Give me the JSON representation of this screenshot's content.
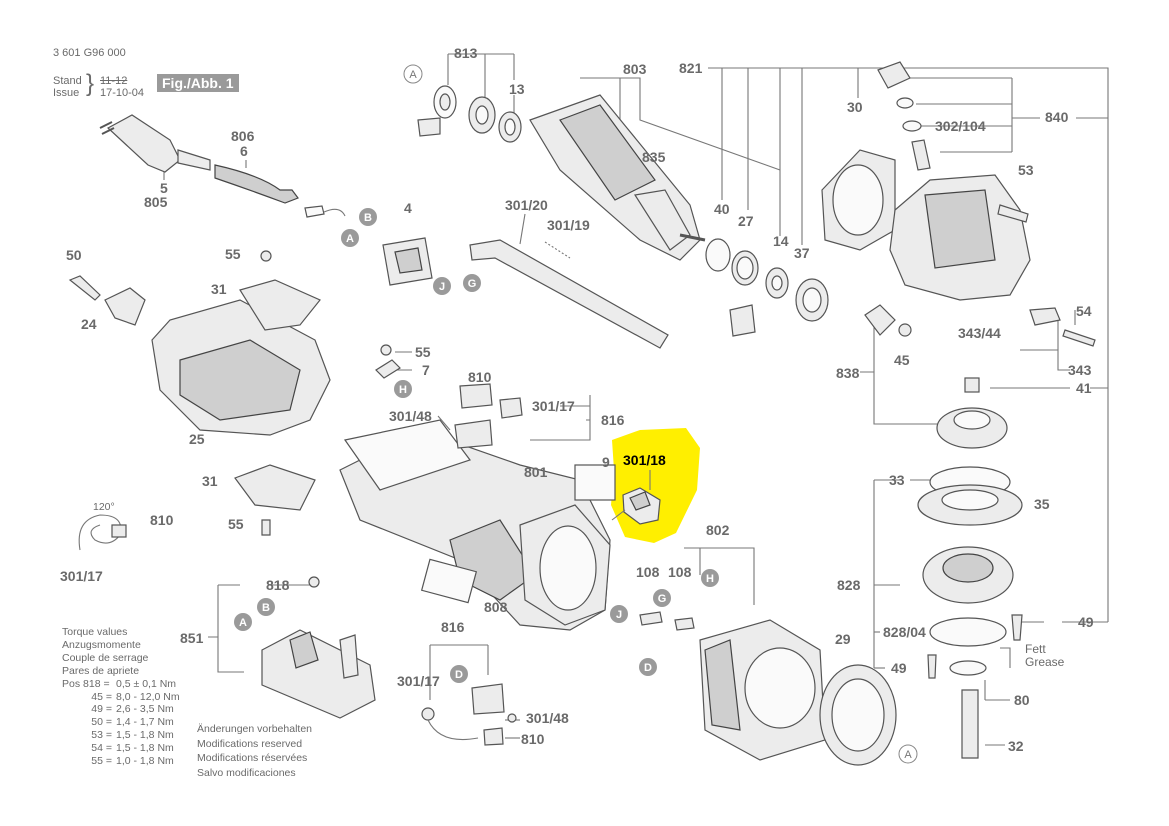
{
  "header": {
    "doc_number": "3 601 G96 000",
    "stand_label": "Stand",
    "issue_label": "Issue",
    "stand_date_struck": "11-12",
    "issue_date": "17-10-04",
    "figure_label": "Fig./Abb. 1"
  },
  "torque": {
    "titles": [
      "Torque values",
      "Anzugsmomente",
      "Couple de serrage",
      "Pares de apriete"
    ],
    "rows": [
      {
        "pos": "Pos  818 =",
        "value": "0,5 ± 0,1 Nm"
      },
      {
        "pos": "45 =",
        "value": "8,0 - 12,0 Nm"
      },
      {
        "pos": "49 =",
        "value": "2,6 - 3,5 Nm"
      },
      {
        "pos": "50 =",
        "value": "1,4 - 1,7 Nm"
      },
      {
        "pos": "53 =",
        "value": "1,5 - 1,8 Nm"
      },
      {
        "pos": "54 =",
        "value": "1,5 - 1,8 Nm"
      },
      {
        "pos": "55 =",
        "value": "1,0 - 1,8 Nm"
      }
    ]
  },
  "modifications": [
    "Änderungen vorbehalten",
    "Modifications reserved",
    "Modifications réservées",
    "Salvo modificaciones"
  ],
  "labels": {
    "l813": "813",
    "l803": "803",
    "l821": "821",
    "l840": "840",
    "l13": "13",
    "l835": "835",
    "l30": "30",
    "l302_104": "302/104",
    "l806": "806",
    "l6": "6",
    "l5": "5",
    "l805": "805",
    "l4": "4",
    "l301_20": "301/20",
    "l301_19": "301/19",
    "l40": "40",
    "l27": "27",
    "l14": "14",
    "l37": "37",
    "l53": "53",
    "l50": "50",
    "l55a": "55",
    "l31a": "31",
    "l24": "24",
    "l25": "25",
    "l54": "54",
    "l343_44": "343/44",
    "l343": "343",
    "l838": "838",
    "l45": "45",
    "l41": "41",
    "l55b": "55",
    "l7": "7",
    "l810a": "810",
    "l301_17a": "301/17",
    "l301_48a": "301/48",
    "l816a": "816",
    "l801": "801",
    "l9": "9",
    "l301_18": "301/18",
    "l31b": "31",
    "l55c": "55",
    "l810b": "810",
    "l120": "120°",
    "l301_17b": "301/17",
    "l33": "33",
    "l35": "35",
    "l802": "802",
    "l108a": "108",
    "l108b": "108",
    "l828": "828",
    "l818": "818",
    "l851": "851",
    "l808": "808",
    "l816b": "816",
    "l828_04": "828/04",
    "l49a": "49",
    "l29": "29",
    "l301_17c": "301/17",
    "l301_48b": "301/48",
    "l810c": "810",
    "l49b": "49",
    "l80": "80",
    "l32": "32",
    "fett": "Fett",
    "grease": "Grease"
  },
  "callouts": {
    "A": "A",
    "B": "B",
    "G": "G",
    "J": "J",
    "H": "H",
    "D": "D"
  },
  "highlight": {
    "color": "#ffef00",
    "part": "301/18"
  }
}
